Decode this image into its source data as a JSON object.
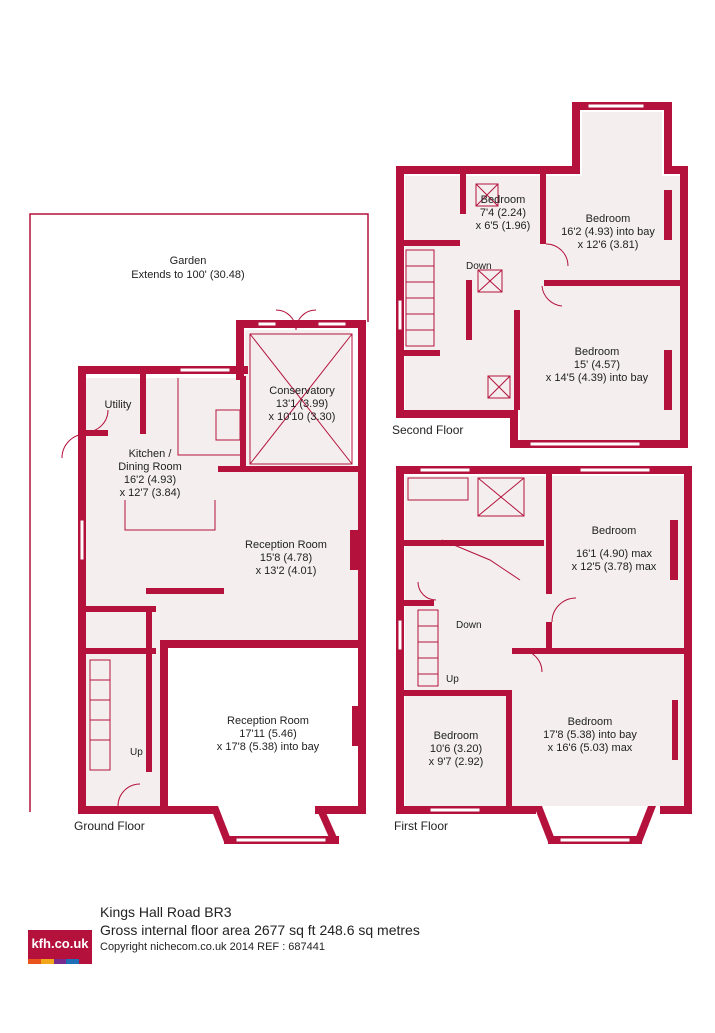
{
  "colors": {
    "wall": "#b4123c",
    "floor": "#f4eeee",
    "line": "#b4123c"
  },
  "floors": {
    "ground": {
      "label": "Ground Floor",
      "garden": {
        "name": "Garden",
        "extent": "Extends to 100' (30.48)"
      },
      "rooms": {
        "utility": {
          "name": "Utility"
        },
        "kitchen": {
          "name1": "Kitchen /",
          "name2": "Dining Room",
          "dim1": "16'2 (4.93)",
          "dim2": "x 12'7 (3.84)"
        },
        "conservatory": {
          "name": "Conservatory",
          "dim1": "13'1 (3.99)",
          "dim2": "x 10'10 (3.30)"
        },
        "reception_rear": {
          "name": "Reception Room",
          "dim1": "15'8 (4.78)",
          "dim2": "x 13'2 (4.01)"
        },
        "reception_front": {
          "name": "Reception Room",
          "dim1": "17'11 (5.46)",
          "dim2": "x 17'8 (5.38) into bay"
        }
      },
      "stairs": "Up"
    },
    "first": {
      "label": "First Floor",
      "rooms": {
        "bedroom_rear": {
          "name": "Bedroom",
          "dim1": "16'1 (4.90) max",
          "dim2": "x 12'5 (3.78) max"
        },
        "bedroom_small": {
          "name": "Bedroom",
          "dim1": "10'6 (3.20)",
          "dim2": "x 9'7 (2.92)"
        },
        "bedroom_front": {
          "name": "Bedroom",
          "dim1": "17'8 (5.38) into bay",
          "dim2": "x 16'6 (5.03) max"
        }
      },
      "stairs_down": "Down",
      "stairs_up": "Up"
    },
    "second": {
      "label": "Second Floor",
      "rooms": {
        "bedroom_small": {
          "name": "Bedroom",
          "dim1": "7'4 (2.24)",
          "dim2": "x 6'5 (1.96)"
        },
        "bedroom_bay": {
          "name": "Bedroom",
          "dim1": "16'2 (4.93) into bay",
          "dim2": "x 12'6 (3.81)"
        },
        "bedroom_large": {
          "name": "Bedroom",
          "dim1": "15' (4.57)",
          "dim2": "x 14'5 (4.39) into bay"
        }
      },
      "stairs_down": "Down"
    }
  },
  "footer": {
    "address": "Kings Hall Road  BR3",
    "area": "Gross internal floor area 2677 sq ft 248.6 sq metres",
    "copyright": "Copyright nichecom.co.uk 2014    REF : 687441"
  },
  "logo": {
    "text": "kfh.co.uk",
    "strip_colors": [
      "#e8541c",
      "#f2a71b",
      "#7a2a8c",
      "#1f6fb8",
      "#b4123c"
    ]
  }
}
